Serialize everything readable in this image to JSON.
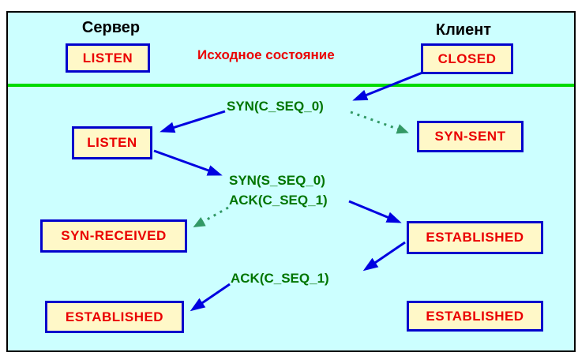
{
  "columns": {
    "server_label": "Сервер",
    "client_label": "Клиент"
  },
  "annotations": {
    "initial_state_label": "Исходное состояние"
  },
  "state_boxes": [
    {
      "id": "server-listen-initial",
      "column": "server",
      "label": "LISTEN"
    },
    {
      "id": "client-closed-initial",
      "column": "client",
      "label": "CLOSED"
    },
    {
      "id": "server-listen",
      "column": "server",
      "label": "LISTEN"
    },
    {
      "id": "client-syn-sent",
      "column": "client",
      "label": "SYN-SENT"
    },
    {
      "id": "server-syn-received",
      "column": "server",
      "label": "SYN-RECEIVED"
    },
    {
      "id": "client-established",
      "column": "client",
      "label": "ESTABLISHED"
    },
    {
      "id": "server-established",
      "column": "server",
      "label": "ESTABLISHED"
    },
    {
      "id": "client-established-final",
      "column": "client",
      "label": "ESTABLISHED"
    }
  ],
  "messages": [
    {
      "id": "syn",
      "label": "SYN(C_SEQ_0)"
    },
    {
      "id": "synack-syn",
      "label": "SYN(S_SEQ_0)"
    },
    {
      "id": "synack-ack",
      "label": "ACK(C_SEQ_1)"
    },
    {
      "id": "ack-final",
      "label": "ACK(C_SEQ_1)"
    }
  ],
  "colors": {
    "canvas_bg": "#CCFFFF",
    "frame_border": "#000000",
    "divider_green": "#00DB00",
    "box_fill": "#FFF8C8",
    "box_border": "#0000CC",
    "state_text_red": "#EA0000",
    "header_text": "#000000",
    "message_text_green": "#007500",
    "arrow_blue": "#0000E0",
    "arrow_dotted_green": "#339966"
  }
}
